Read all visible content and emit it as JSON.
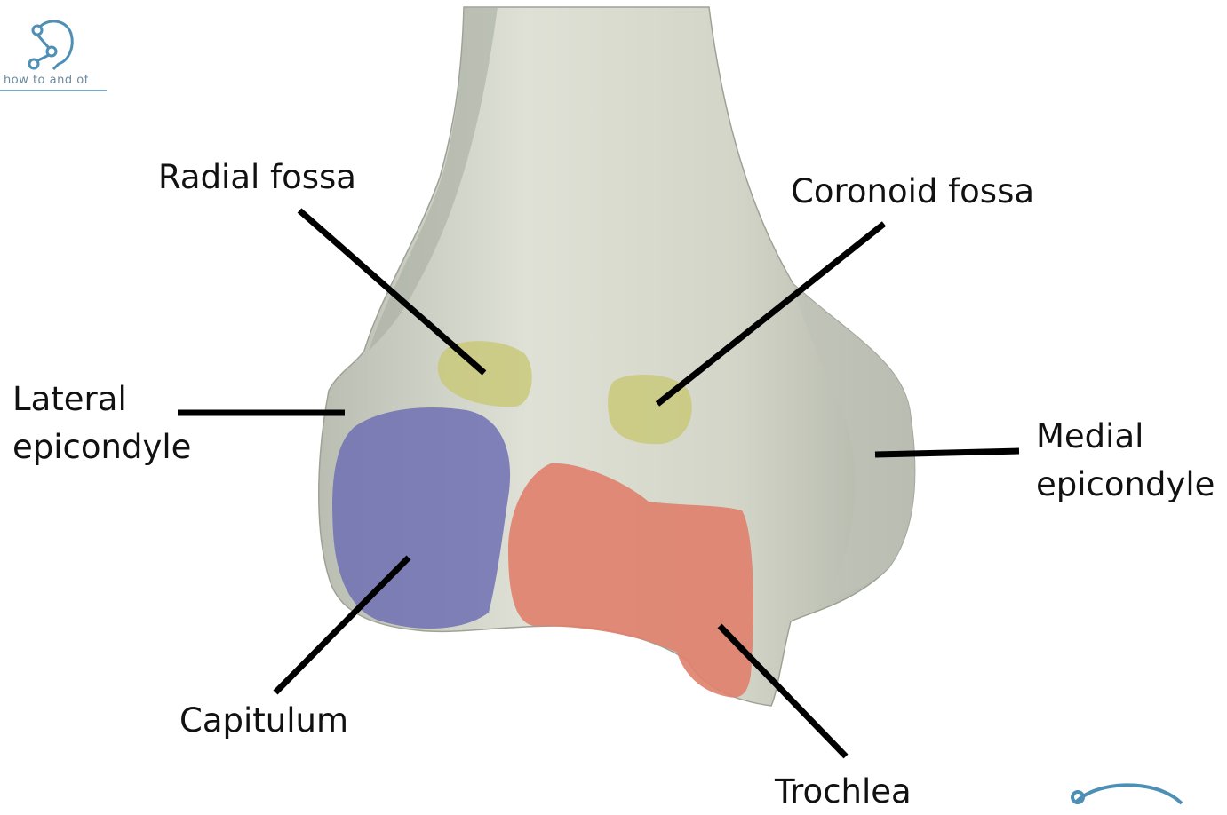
{
  "labels": {
    "radial_fossa": "Radial fossa",
    "coronoid_fossa": "Coronoid fossa",
    "lateral_epicondyle_1": "Lateral",
    "lateral_epicondyle_2": "epicondyle",
    "medial_epicondyle_1": "Medial",
    "medial_epicondyle_2": "epicondyle",
    "capitulum": "Capitulum",
    "trochlea": "Trochlea"
  },
  "logo": {
    "text": "how to and of"
  },
  "colors": {
    "bone": "#d9dccf",
    "bone_shadow": "#b4b8ad",
    "fossa_highlight": "#c9c97a",
    "capitulum_highlight": "#6f70b3",
    "trochlea_highlight": "#df7f6b",
    "leader_line": "#000000",
    "logo": "#4d8fb5"
  }
}
